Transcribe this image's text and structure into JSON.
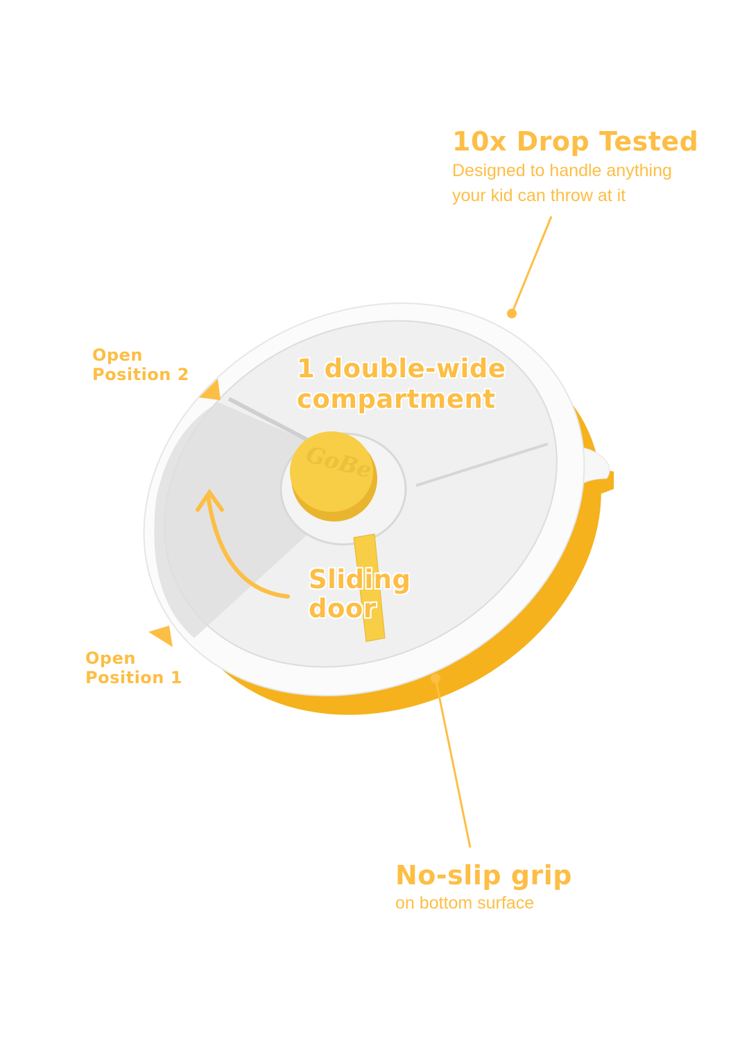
{
  "colors": {
    "accent": "#FDBE45",
    "knob": "#F7CE45",
    "rim": "#FFFFFF",
    "lid": "#EFEFEF",
    "base": "#F5B21C"
  },
  "product": {
    "logo_text": "GoBe"
  },
  "callouts": {
    "drop_tested": {
      "title": "10x Drop Tested",
      "line1": "Designed to handle anything",
      "line2": "your kid can throw at it"
    },
    "compartment": {
      "line1": "1 double-wide",
      "line2": "compartment"
    },
    "open_position_2": {
      "line1": "Open",
      "line2": "Position 2"
    },
    "open_position_1": {
      "line1": "Open",
      "line2": "Position 1"
    },
    "sliding_door": {
      "line1": "Sliding",
      "line2": "door"
    },
    "no_slip": {
      "title": "No-slip grip",
      "subtitle": "on bottom surface"
    }
  }
}
